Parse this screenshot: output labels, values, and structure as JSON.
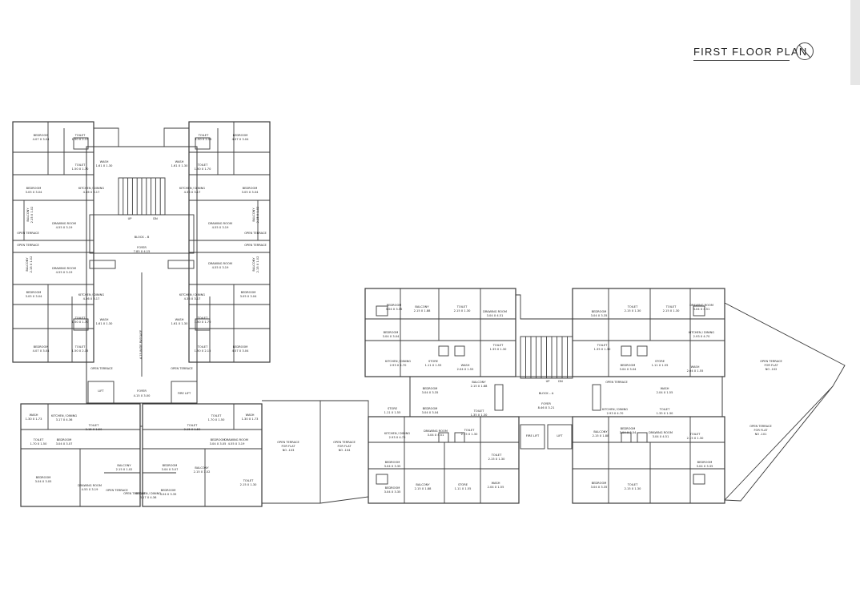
{
  "title": "FIRST FLOOR PLAN",
  "colors": {
    "line": "#333333",
    "text": "#222222",
    "tab": "#e6e6e6"
  },
  "icons": {
    "north": "north-arrow-icon"
  },
  "block_b": {
    "name": "BLOCK – B",
    "foyer": "FOYER",
    "foyer_size": "7.85 X 4.15",
    "passage": "4.15 WIDE PASSAGE",
    "up": "UP",
    "dn": "DN",
    "lift": "LIFT",
    "fire_lift": "FIRE LIFT",
    "lower_foyer": "FOYER",
    "lower_foyer_size": "4.15 X 3.00"
  },
  "block_a": {
    "name": "BLOCK – A",
    "foyer": "FOYER",
    "foyer_size": "8.46 X 3.21",
    "up": "UP",
    "dn": "DN",
    "lift": "LIFT",
    "fire_lift": "FIRE LIFT"
  },
  "terraces": {
    "flat_103": "OPEN TERRACE FOR FLAT NO -103",
    "flat_104": "OPEN TERRACE FOR FLAT NO -104",
    "flat_102": "OPEN TERRACE FOR FLAT NO -102",
    "flat_101": "OPEN TERRACE FOR FLAT NO -101"
  },
  "rooms": [
    {
      "name": "BEDROOM",
      "size": "4.07 X 3.04"
    },
    {
      "name": "TOILET",
      "size": "1.50 X 2.15"
    },
    {
      "name": "TOILET",
      "size": "1.50 X 1.70"
    },
    {
      "name": "WASH",
      "size": "1.61 X 1.30"
    },
    {
      "name": "KITCHEN / DINING",
      "size": "4.36 X 3.17"
    },
    {
      "name": "BEDROOM",
      "size": "3.05 X 3.04"
    },
    {
      "name": "BALCONY",
      "size": "2.15 X 1.02"
    },
    {
      "name": "DRAWING ROOM",
      "size": "4.55 X 3.19"
    },
    {
      "name": "OPEN TERRACE",
      "size": ""
    },
    {
      "name": "TOILET",
      "size": "1.50 X 2.15"
    },
    {
      "name": "BEDROOM",
      "size": "4.07 X 3.04"
    },
    {
      "name": "TOILET",
      "size": "1.50 X 1.70"
    },
    {
      "name": "WASH",
      "size": "1.61 X 1.30"
    },
    {
      "name": "KITCHEN / DINING",
      "size": "4.36 X 3.17"
    },
    {
      "name": "BEDROOM",
      "size": "3.05 X 3.04"
    },
    {
      "name": "BALCONY",
      "size": "2.15 X 1.02"
    },
    {
      "name": "DRAWING ROOM",
      "size": "4.55 X 3.19"
    },
    {
      "name": "OPEN TERRACE",
      "size": ""
    },
    {
      "name": "BALCONY",
      "size": "2.15 X 1.02"
    },
    {
      "name": "DRAWING ROOM",
      "size": "4.55 X 3.19"
    },
    {
      "name": "BEDROOM",
      "size": "3.05 X 3.04"
    },
    {
      "name": "KITCHEN / DINING",
      "size": "4.36 X 3.17"
    },
    {
      "name": "TOILET",
      "size": "1.50 X 1.70"
    },
    {
      "name": "WASH",
      "size": "1.61 X 1.30"
    },
    {
      "name": "TOILET",
      "size": "1.50 X 2.15"
    },
    {
      "name": "BEDROOM",
      "size": "4.07 X 3.04"
    },
    {
      "name": "OPEN TERRACE",
      "size": ""
    },
    {
      "name": "BALCONY",
      "size": "2.15 X 1.02"
    },
    {
      "name": "DRAWING ROOM",
      "size": "4.55 X 3.19"
    },
    {
      "name": "BEDROOM",
      "size": "3.05 X 3.04"
    },
    {
      "name": "KITCHEN / DINING",
      "size": "4.36 X 3.17"
    },
    {
      "name": "TOILET",
      "size": "1.50 X 1.70"
    },
    {
      "name": "WASH",
      "size": "1.61 X 1.30"
    },
    {
      "name": "TOILET",
      "size": "1.50 X 2.15"
    },
    {
      "name": "BEDROOM",
      "size": "4.07 X 3.04"
    },
    {
      "name": "OPEN TERRACE",
      "size": ""
    },
    {
      "name": "OPEN TERRACE",
      "size": ""
    },
    {
      "name": "OPEN TERRACE",
      "size": ""
    },
    {
      "name": "WASH",
      "size": "1.30 X 1.73"
    },
    {
      "name": "KITCHEN / DINING",
      "size": "3.17 X 4.36"
    },
    {
      "name": "TOILET",
      "size": "2.15 X 1.50"
    },
    {
      "name": "TOILET",
      "size": "1.70 X 1.50"
    },
    {
      "name": "BEDROOM",
      "size": "3.04 X 3.07"
    },
    {
      "name": "BEDROOM",
      "size": "3.04 X 3.05"
    },
    {
      "name": "DRAWING ROOM",
      "size": "4.55 X 3.19"
    },
    {
      "name": "BALCONY",
      "size": "2.15 X 1.02"
    },
    {
      "name": "OPEN TERRACE",
      "size": ""
    },
    {
      "name": "OPEN TERRACE",
      "size": ""
    },
    {
      "name": "WASH",
      "size": "1.30 X 1.73"
    },
    {
      "name": "KITCHEN / DINING",
      "size": "3.17 X 4.36"
    },
    {
      "name": "TOILET",
      "size": "1.70 X 1.50"
    },
    {
      "name": "TOILET",
      "size": "2.15 X 1.50"
    },
    {
      "name": "DRAWING ROOM",
      "size": "4.55 X 3.19"
    },
    {
      "name": "BEDROOM",
      "size": "3.04 X 3.05"
    },
    {
      "name": "BEDROOM",
      "size": "3.04 X 3.07"
    },
    {
      "name": "BALCONY",
      "size": "2.15 X 1.02"
    },
    {
      "name": "TOILET",
      "size": "2.15 X 1.30"
    },
    {
      "name": "BEDROOM",
      "size": "3.04 X 3.35"
    },
    {
      "name": "BEDROOM",
      "size": "3.04 X 3.35"
    },
    {
      "name": "BALCONY",
      "size": "2.15 X 1.88"
    },
    {
      "name": "TOILET",
      "size": "2.15 X 1.30"
    },
    {
      "name": "DRAWING ROOM",
      "size": "3.04 X 4.51"
    },
    {
      "name": "BEDROOM",
      "size": "3.04 X 3.04"
    },
    {
      "name": "TOILET",
      "size": "1.35 X 1.30"
    },
    {
      "name": "KITCHEN / DINING",
      "size": "2.93 X 4.70"
    },
    {
      "name": "STORE",
      "size": "1.11 X 1.55"
    },
    {
      "name": "WASH",
      "size": "2.04 X 1.55"
    },
    {
      "name": "BALCONY",
      "size": "2.15 X 1.88"
    },
    {
      "name": "BEDROOM",
      "size": "3.04 X 3.35"
    },
    {
      "name": "BEDROOM",
      "size": "3.04 X 3.35"
    },
    {
      "name": "TOILET",
      "size": "2.15 X 1.30"
    },
    {
      "name": "TOILET",
      "size": "2.15 X 1.30"
    },
    {
      "name": "DRAWING ROOM",
      "size": "3.04 X 4.51"
    },
    {
      "name": "KITCHEN / DINING",
      "size": "2.93 X 4.70"
    },
    {
      "name": "TOILET",
      "size": "1.35 X 1.30"
    },
    {
      "name": "BEDROOM",
      "size": "3.04 X 3.04"
    },
    {
      "name": "STORE",
      "size": "1.11 X 1.55"
    },
    {
      "name": "WASH",
      "size": "2.04 X 1.55"
    },
    {
      "name": "OPEN TERRACE",
      "size": ""
    },
    {
      "name": "WASH",
      "size": "2.04 X 1.55"
    },
    {
      "name": "STORE",
      "size": "1.11 X 1.55"
    },
    {
      "name": "BEDROOM",
      "size": "3.04 X 3.04"
    },
    {
      "name": "TOILET",
      "size": "1.35 X 1.30"
    },
    {
      "name": "KITCHEN / DINING",
      "size": "2.93 X 4.70"
    },
    {
      "name": "DRAWING ROOM",
      "size": "3.04 X 4.51"
    },
    {
      "name": "TOILET",
      "size": "2.15 X 1.30"
    },
    {
      "name": "TOILET",
      "size": "2.15 X 1.30"
    },
    {
      "name": "BEDROOM",
      "size": "3.04 X 3.35"
    },
    {
      "name": "BEDROOM",
      "size": "3.04 X 3.35"
    },
    {
      "name": "BALCONY",
      "size": "2.15 X 1.88"
    },
    {
      "name": "STORE",
      "size": "1.11 X 1.55"
    },
    {
      "name": "WASH",
      "size": "2.04 X 1.55"
    },
    {
      "name": "KITCHEN / DINING",
      "size": "2.93 X 4.70"
    },
    {
      "name": "TOILET",
      "size": "1.35 X 1.30"
    },
    {
      "name": "BEDROOM",
      "size": "3.04 X 3.04"
    },
    {
      "name": "DRAWING ROOM",
      "size": "3.04 X 4.51"
    },
    {
      "name": "TOILET",
      "size": "2.15 X 1.30"
    },
    {
      "name": "BALCONY",
      "size": "2.15 X 1.88"
    },
    {
      "name": "BEDROOM",
      "size": "3.04 X 3.35"
    },
    {
      "name": "BEDROOM",
      "size": "3.04 X 3.35"
    },
    {
      "name": "TOILET",
      "size": "2.15 X 1.30"
    }
  ]
}
